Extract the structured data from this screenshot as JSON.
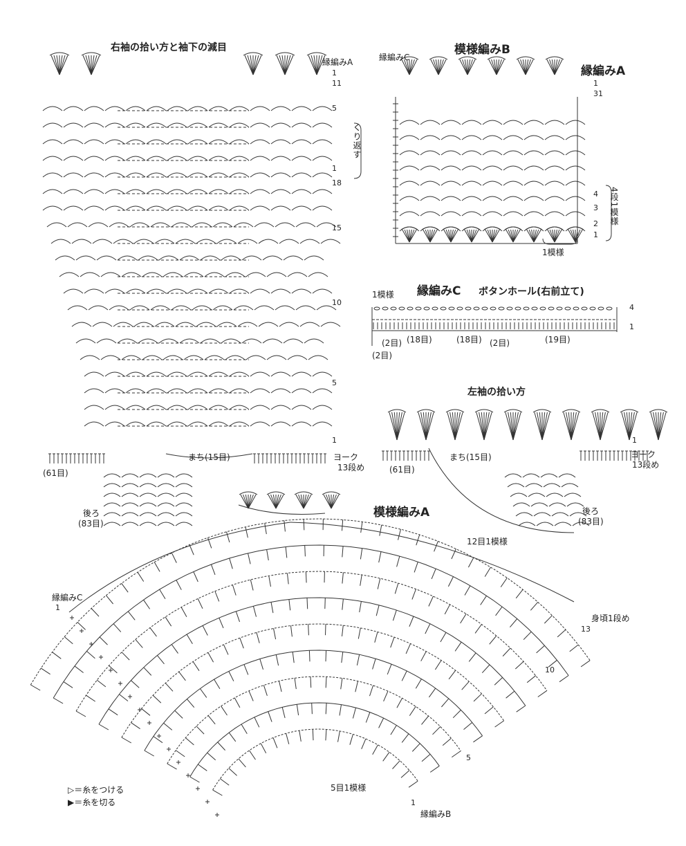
{
  "titles": {
    "right_sleeve": "右袖の拾い方と袖下の減目",
    "pattern_b": "模様編みB",
    "edge_a": "縁編みA",
    "edge_c": "縁編みC",
    "buttonhole": "ボタンホール(右前立て)",
    "left_sleeve": "左袖の拾い方",
    "pattern_a": "模様編みA"
  },
  "right_sleeve": {
    "edge_a_label": "縁編みA",
    "rows_right": [
      "1",
      "11",
      "5",
      "1",
      "18",
      "15",
      "10",
      "5",
      "1"
    ],
    "repeat_label": "くり返す",
    "gusset_label": "まち(15目)",
    "left_count": "(61目)",
    "back_label": "後ろ",
    "back_count": "(83目)",
    "yoke_label": "ヨーク",
    "yoke_row": "13段め"
  },
  "pattern_b": {
    "edge_c_label": "縁編みC",
    "row_marks": [
      "1",
      "31",
      "4",
      "3",
      "2",
      "1"
    ],
    "repeat_rows": "4段1模様",
    "one_motif": "1模様"
  },
  "buttonhole": {
    "one_motif": "1模様",
    "row_marks": [
      "4",
      "1"
    ],
    "counts": [
      "(2目)",
      "(18目)",
      "(18目)",
      "(2目)",
      "(19目)",
      "(2目)"
    ]
  },
  "left_sleeve": {
    "row_mark": "1",
    "gusset_label": "まち(15目)",
    "left_count": "(61目)",
    "back_label": "後ろ",
    "back_count": "(83目)",
    "yoke_label": "ヨーク",
    "yoke_row": "13段め"
  },
  "pattern_a": {
    "repeat_12": "12目1模様",
    "edge_c_label": "縁編みC",
    "edge_c_row": "1",
    "body_row": "身頃1段め",
    "row_13": "13",
    "row_10": "10",
    "row_5": "5",
    "repeat_5": "5目1模様",
    "edge_b_row": "1",
    "edge_b_label": "縁編みB"
  },
  "legend": {
    "attach": "▷＝糸をつける",
    "cut": "▶＝糸を切る"
  }
}
